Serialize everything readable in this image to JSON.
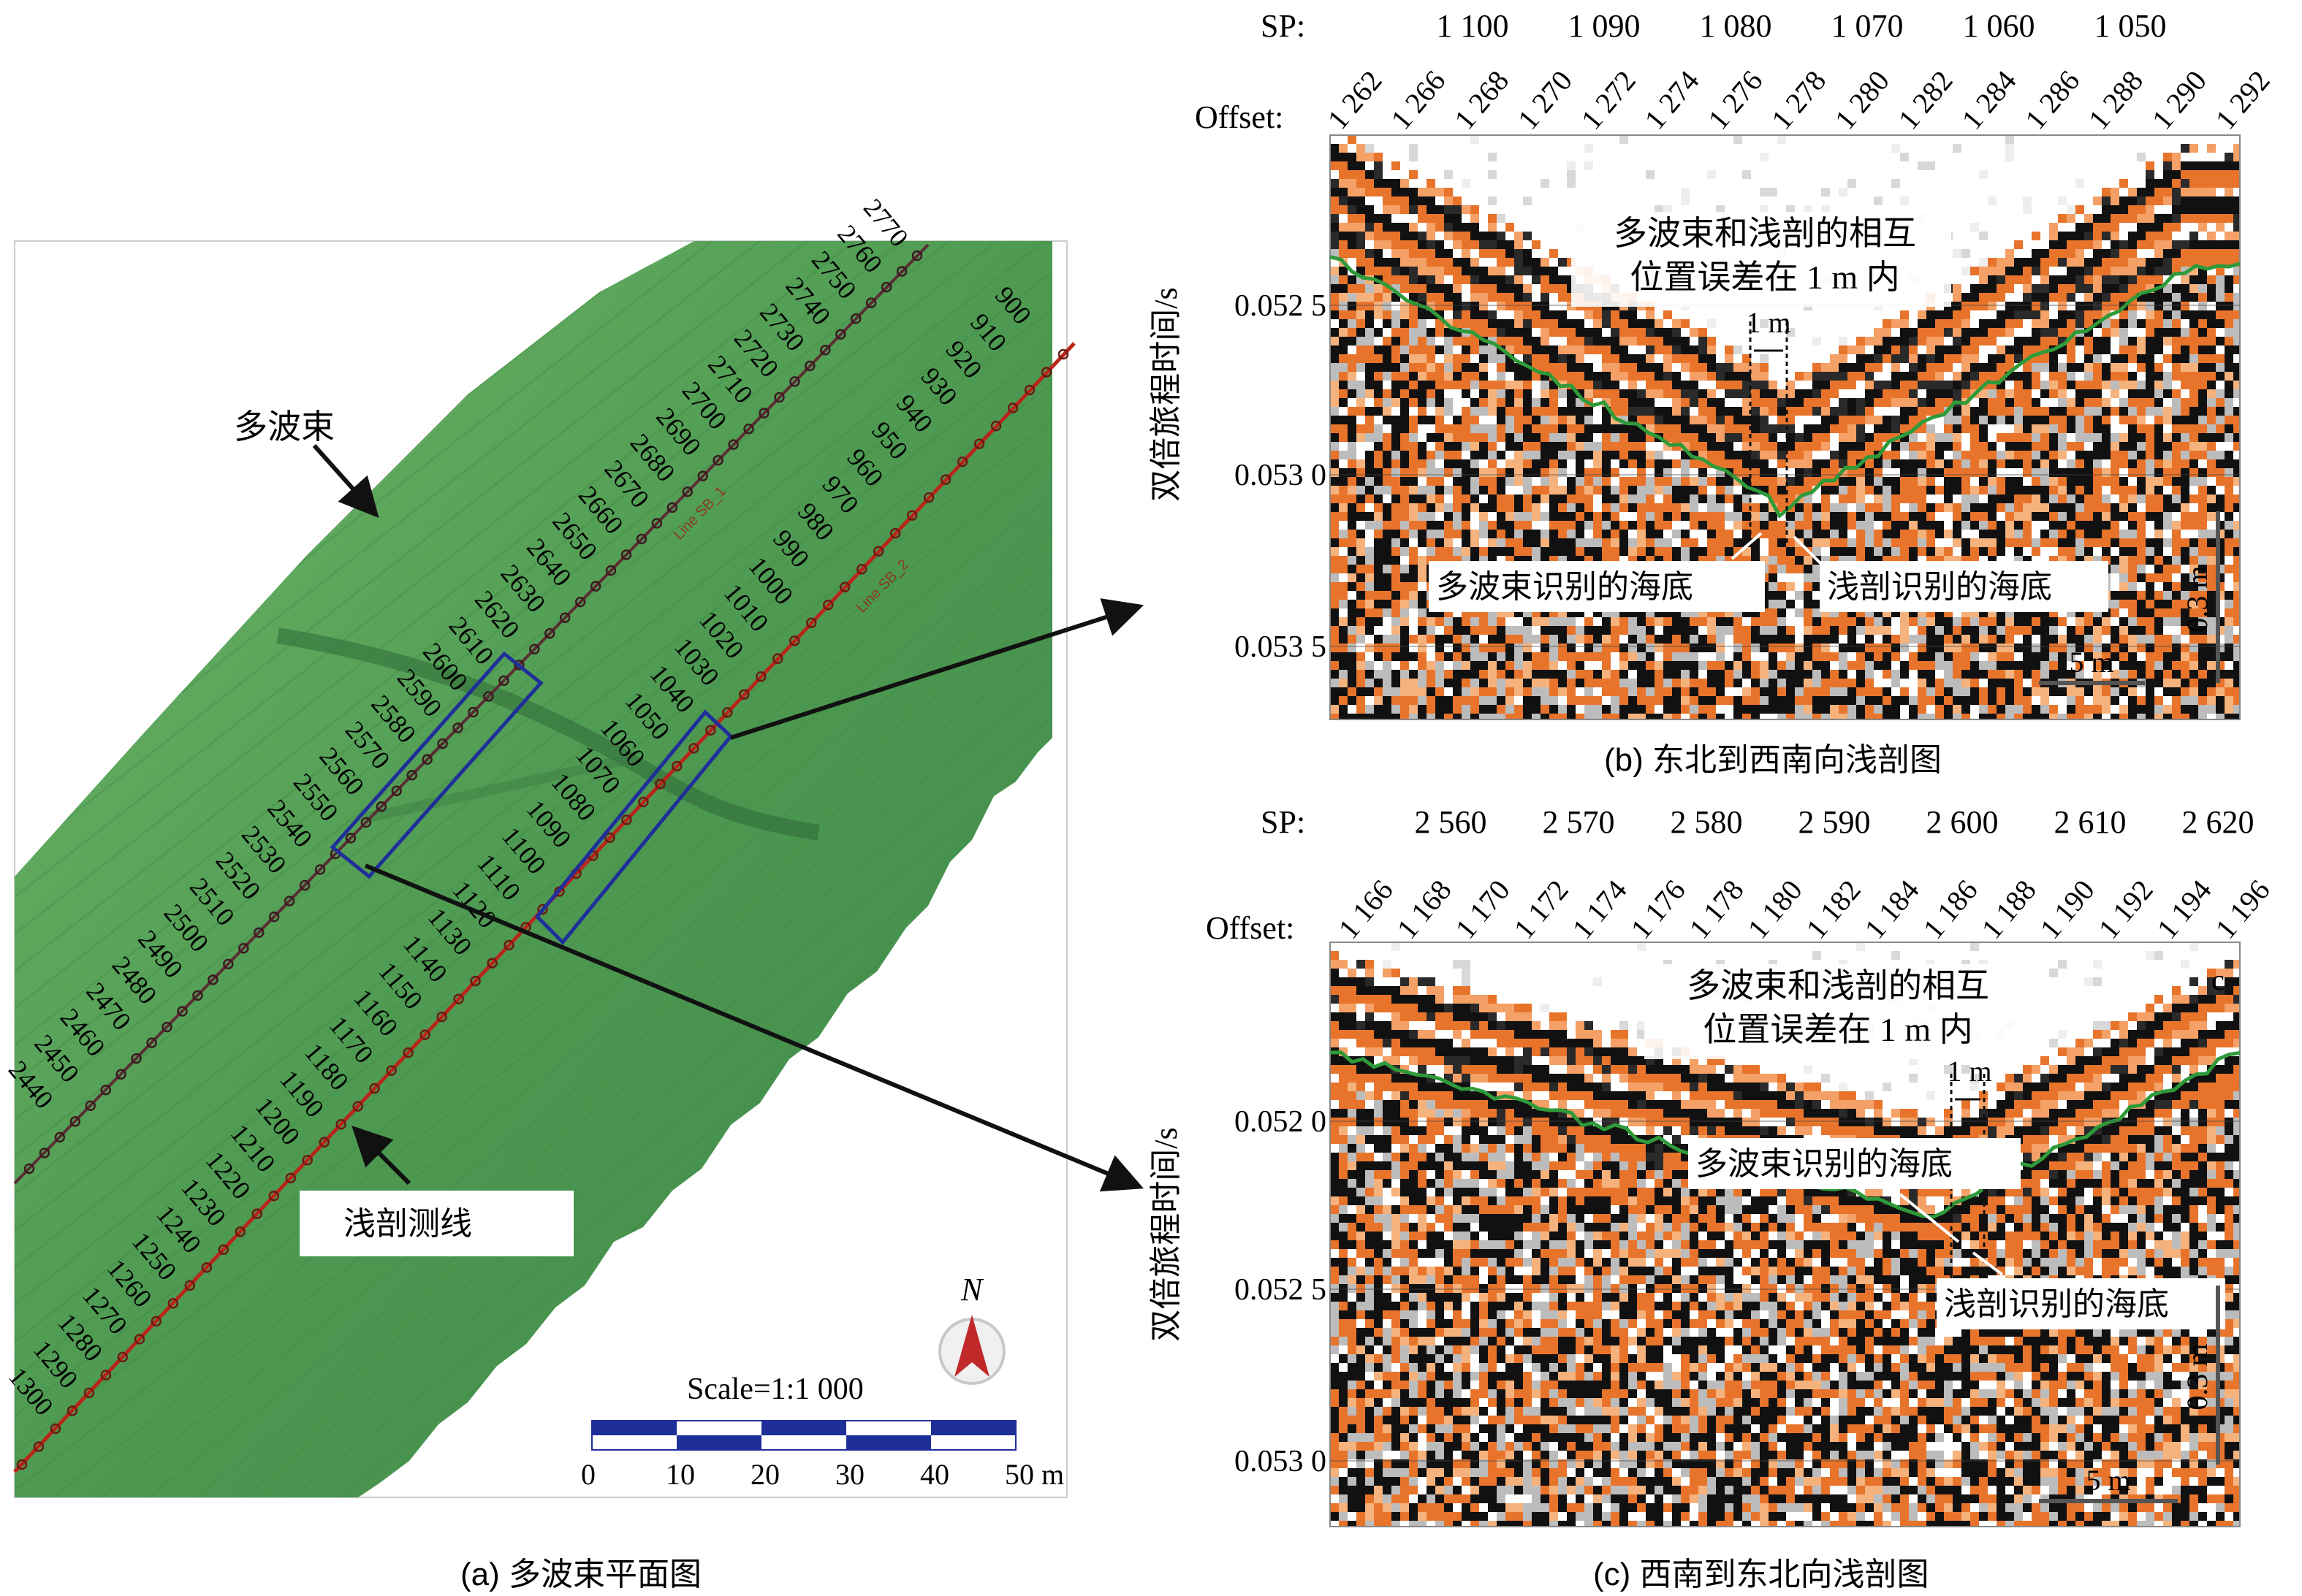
{
  "panel_a": {
    "caption": "(a) 多波束平面图",
    "multibeam_label": "多波束",
    "sbp_label": "浅剖测线",
    "line1_name": "Line SB_1",
    "line2_name": "Line SB_2",
    "north": "N",
    "scale_text": "Scale=1:1 000",
    "scale_ticks": [
      "0",
      "10",
      "20",
      "30",
      "40",
      "50 m"
    ],
    "line1_sp": [
      "2770",
      "2760",
      "2750",
      "2740",
      "2730",
      "2720",
      "2710",
      "2700",
      "2690",
      "2680",
      "2670",
      "2660",
      "2650",
      "2640",
      "2630",
      "2620",
      "2610",
      "2600",
      "2590",
      "2580",
      "2570",
      "2560",
      "2550",
      "2540",
      "2530",
      "2520",
      "2510",
      "2500",
      "2490",
      "2480",
      "2470",
      "2460",
      "2450",
      "2440"
    ],
    "line2_sp": [
      "900",
      "910",
      "920",
      "930",
      "940",
      "950",
      "960",
      "970",
      "980",
      "990",
      "1000",
      "1010",
      "1020",
      "1030",
      "1040",
      "1050",
      "1060",
      "1070",
      "1080",
      "1090",
      "1100",
      "1110",
      "1120",
      "1130",
      "1140",
      "1150",
      "1160",
      "1170",
      "1180",
      "1190",
      "1200",
      "1210",
      "1220",
      "1230",
      "1240",
      "1250",
      "1260",
      "1270",
      "1280",
      "1290",
      "1300"
    ]
  },
  "panel_b": {
    "caption": "(b) 东北到西南向浅剖图",
    "sp_label": "SP:",
    "sp_ticks": [
      "1 100",
      "1 090",
      "1 080",
      "1 070",
      "1 060",
      "1 050"
    ],
    "offset_label": "Offset:",
    "offset_ticks": [
      "1 262",
      "1 266",
      "1 268",
      "1 270",
      "1 272",
      "1 274",
      "1 276",
      "1 278",
      "1 280",
      "1 282",
      "1 284",
      "1 286",
      "1 288",
      "1 290",
      "1 292"
    ],
    "y_label": "双倍旅程时间/s",
    "y_ticks": [
      "0.052 5",
      "0.053 0",
      "0.053 5"
    ],
    "note_line1": "多波束和浅剖的相互",
    "note_line2": "位置误差在 1 m 内",
    "gap_label": "1 m",
    "mb_label": "多波束识别的海底",
    "sbp_label": "浅剖识别的海底",
    "vscale": "0.3 m",
    "hscale": "5 m"
  },
  "panel_c": {
    "caption": "(c) 西南到东北向浅剖图",
    "sp_label": "SP:",
    "sp_ticks": [
      "2 560",
      "2 570",
      "2 580",
      "2 590",
      "2 600",
      "2 610",
      "2 620"
    ],
    "offset_label": "Offset:",
    "offset_ticks": [
      "1 166",
      "1 168",
      "1 170",
      "1 172",
      "1 174",
      "1 176",
      "1 178",
      "1 180",
      "1 182",
      "1 184",
      "1 186",
      "1 188",
      "1 190",
      "1 192",
      "1 194",
      "1 196"
    ],
    "y_label": "双倍旅程时间/s",
    "y_ticks": [
      "0.052 0",
      "0.052 5",
      "0.053 0"
    ],
    "corner": "c",
    "note_line1": "多波束和浅剖的相互",
    "note_line2": "位置误差在 1 m 内",
    "gap_label": "1 m",
    "mb_label": "多波束识别的海底",
    "sbp_label": "浅剖识别的海底",
    "vscale": "0.3 m",
    "hscale": "5 m"
  },
  "colors": {
    "seafloor": "#4f9c4f",
    "line1": "#5a2d33",
    "line2": "#b8261a",
    "box": "#1f2f9a",
    "seismic_orange": "#e8742c",
    "seismic_black": "#111111",
    "pick_green": "#2f9a3a"
  }
}
